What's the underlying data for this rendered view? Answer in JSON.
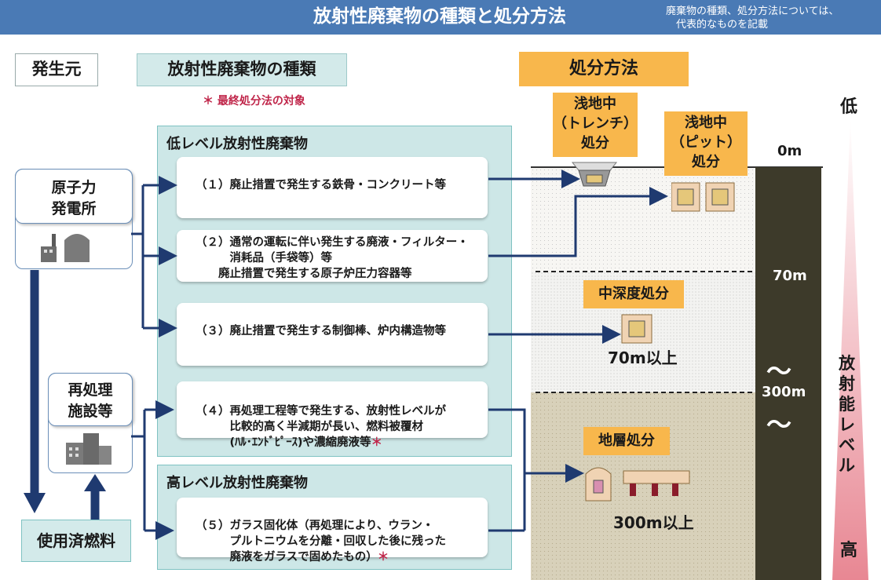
{
  "header": {
    "title": "放射性廃棄物の種類と処分方法",
    "note": "廃棄物の種類、処分方法については、\n　代表的なものを記載"
  },
  "labels": {
    "source": "発生元",
    "types": "放射性廃棄物の種類",
    "methods": "処分方法",
    "final_note_star": "＊",
    "final_note": "最終処分法の対象"
  },
  "sources": {
    "nuclear_plant": "原子力\n発電所",
    "reprocessing": "再処理\n施設等",
    "spent_fuel": "使用済燃料"
  },
  "low_level": {
    "title": "低レベル放射性廃棄物",
    "items": [
      "（１）廃止措置で発生する鉄骨・コンクリート等",
      "（２）通常の運転に伴い発生する廃液・フィルター・\n　　　消耗品（手袋等）等\n　　廃止措置で発生する原子炉圧力容器等",
      "（３）廃止措置で発生する制御棒、炉内構造物等",
      "（４）再処理工程等で発生する、放射性レベルが\n　　　比較的高く半減期が長い、燃料被覆材\n　　　(ﾊﾙ･ｴﾝﾄﾞﾋﾟｰｽ)や濃縮廃液等"
    ],
    "star": "＊"
  },
  "high_level": {
    "title": "高レベル放射性廃棄物",
    "item": "（５）ガラス固化体（再処理により、ウラン・\n　　　プルトニウムを分離・回収した後に残った\n　　　廃液をガラスで固めたもの）",
    "star": "＊"
  },
  "disposal": {
    "trench": "浅地中\n（トレンチ）\n処分",
    "pit": "浅地中\n（ピット）\n処分",
    "intermediate": "中深度処分",
    "intermediate_depth": "70m以上",
    "geological": "地層処分",
    "geological_depth": "300m以上"
  },
  "depth_scale": {
    "d0": "0m",
    "d70": "70m",
    "tilde": "～",
    "d300": "300m"
  },
  "level_scale": {
    "low": "低",
    "label": "放射能レベル",
    "high": "高"
  },
  "colors": {
    "header": "#4a7ab5",
    "panel": "#cde7e7",
    "orange": "#f8b74c",
    "arrow": "#1f3a70",
    "star": "#c0264a"
  }
}
